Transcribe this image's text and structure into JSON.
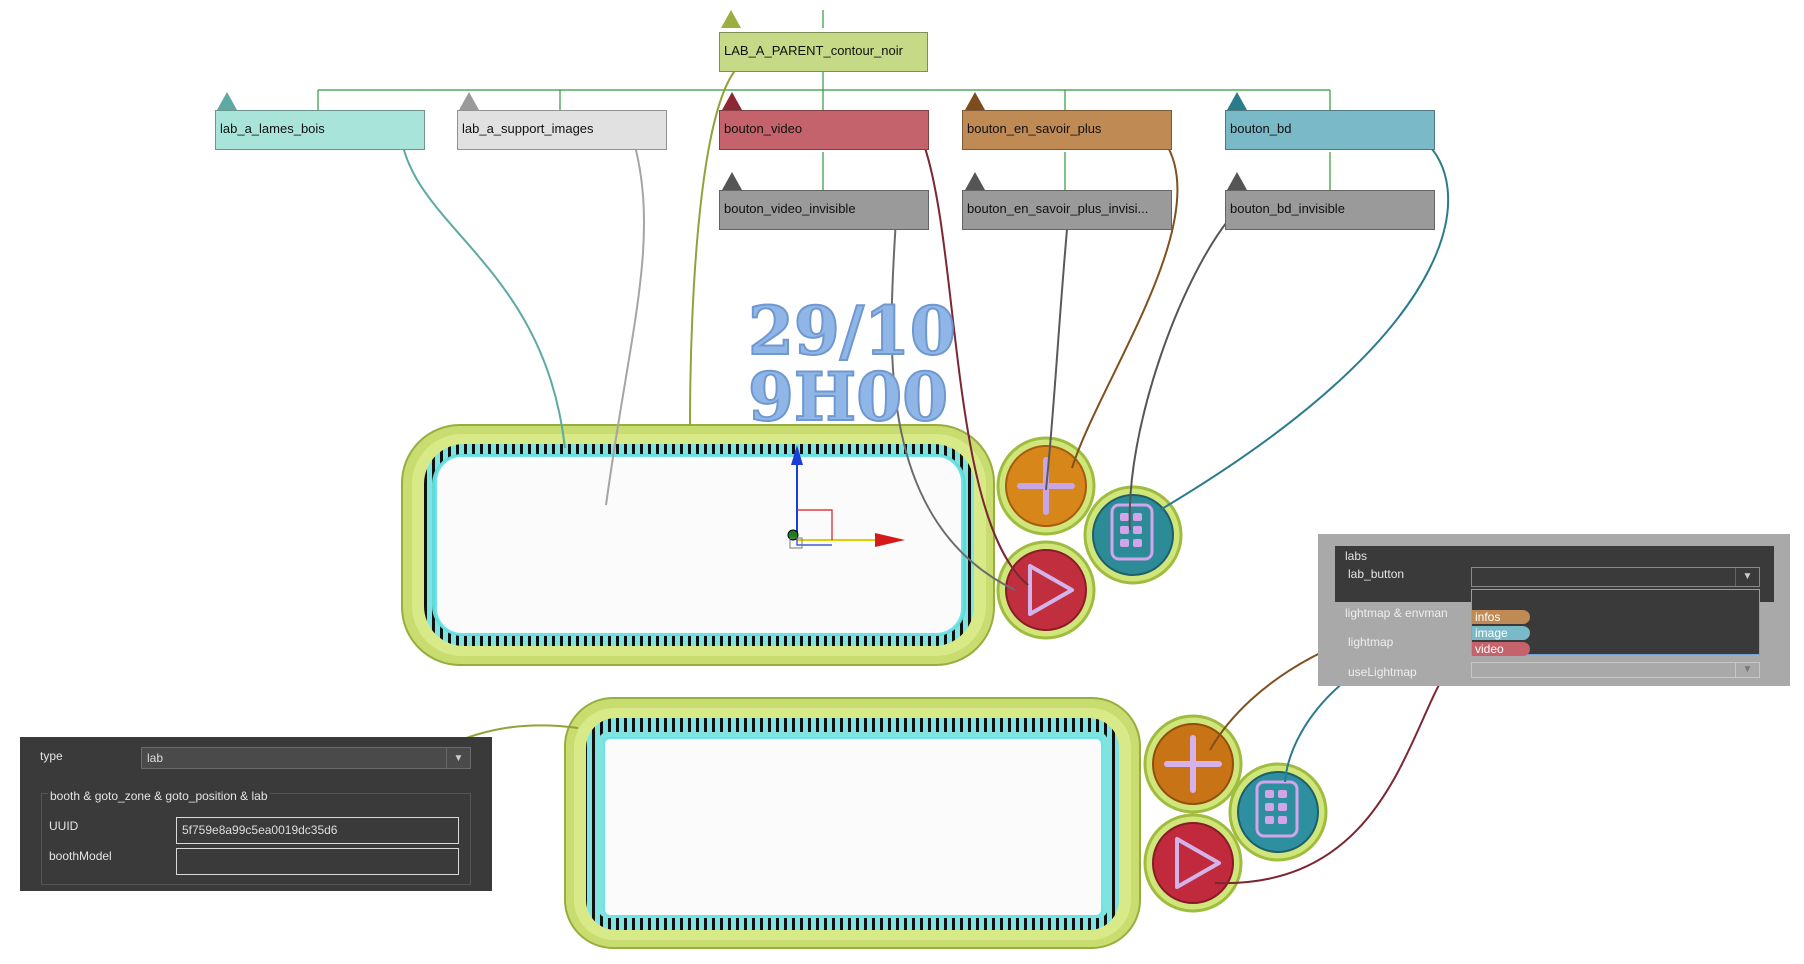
{
  "nodes": {
    "parent": "LAB_A_PARENT_contour_noir",
    "lab_a_lames_bois": "lab_a_lames_bois",
    "lab_a_support_images": "lab_a_support_images",
    "bouton_video": "bouton_video",
    "bouton_en_savoir_plus": "bouton_en_savoir_plus",
    "bouton_bd": "bouton_bd",
    "bouton_video_invisible": "bouton_video_invisible",
    "bouton_en_savoir_plus_invisible": "bouton_en_savoir_plus_invisi...",
    "bouton_bd_invisible": "bouton_bd_invisible"
  },
  "colors": {
    "parent": "#c5d986",
    "lames_bois": "#a9e4db",
    "support_images": "#e1e1e1",
    "video": "#c4636b",
    "savoir_plus": "#c08a55",
    "bd": "#7ab9c7",
    "invisible": "#9a9a9a",
    "link_green": "#2e9a3a"
  },
  "scene_text": {
    "date": "29/10",
    "time": "9H00"
  },
  "left_panel": {
    "type_label": "type",
    "type_value": "lab",
    "group_title": "booth & goto_zone & goto_position & lab",
    "uuid_label": "UUID",
    "uuid_value": "5f759e8a99c5ea0019dc35d6",
    "booth_model_label": "boothModel",
    "booth_model_value": ""
  },
  "right_panel": {
    "section_title": "labs",
    "lab_button_label": "lab_button",
    "lab_button_value": "",
    "lightmap_envmap_label": "lightmap & envman",
    "lightmap_label": "lightmap",
    "use_lightmap_label": "useLightmap",
    "options": [
      "infos",
      "image",
      "video"
    ]
  }
}
